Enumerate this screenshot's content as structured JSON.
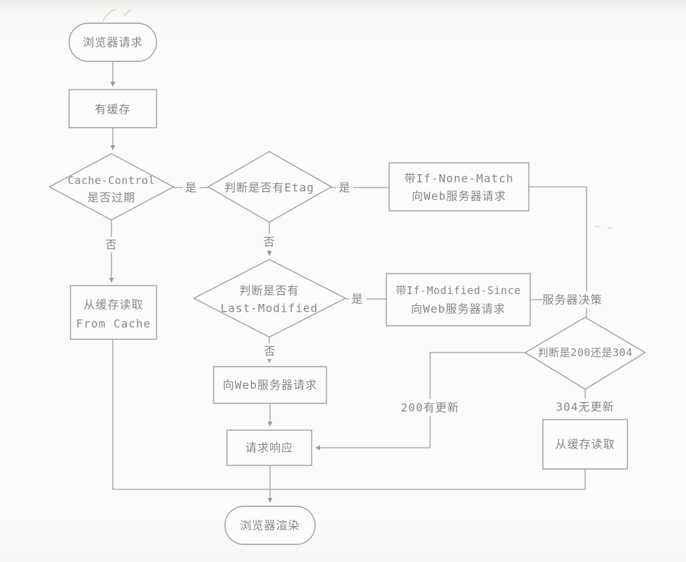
{
  "colors": {
    "line": "#9c9c9c",
    "text": "#868686",
    "node_fill": "#fdfcfb",
    "page_bg": "#fcfbfa"
  },
  "nodes": {
    "start": {
      "type": "terminator",
      "label": "浏览器请求"
    },
    "has_cache": {
      "type": "process",
      "label": "有缓存"
    },
    "cache_control_expired": {
      "type": "decision",
      "line1": "Cache-Control",
      "line2": "是否过期"
    },
    "has_etag": {
      "type": "decision",
      "label": "判断是否有Etag"
    },
    "if_none_match_request": {
      "type": "process",
      "line1": "带If-None-Match",
      "line2": "向Web服务器请求"
    },
    "from_cache_left": {
      "type": "process",
      "line1": "从缓存读取",
      "line2": "From Cache"
    },
    "has_last_modified": {
      "type": "decision",
      "line1": "判断是否有",
      "line2": "Last-Modified"
    },
    "if_modified_since_request": {
      "type": "process",
      "line1": "带If-Modified-Since",
      "line2": "向Web服务器请求"
    },
    "server_decision": {
      "type": "label",
      "label": "服务器决策"
    },
    "status_200_or_304": {
      "type": "decision",
      "label": "判断是200还是304"
    },
    "web_request": {
      "type": "process",
      "label": "向Web服务器请求"
    },
    "response": {
      "type": "process",
      "label": "请求响应"
    },
    "from_cache_right": {
      "type": "process",
      "label": "从缓存读取"
    },
    "end": {
      "type": "terminator",
      "label": "浏览器渲染"
    }
  },
  "edge_labels": {
    "cc_yes": "是",
    "cc_no": "否",
    "etag_yes": "是",
    "etag_no": "否",
    "lm_yes": "是",
    "lm_no": "否",
    "updated": "200有更新",
    "not_modified": "304无更新"
  },
  "edges": [
    {
      "from": "start",
      "to": "has_cache",
      "label": ""
    },
    {
      "from": "has_cache",
      "to": "cache_control_expired",
      "label": ""
    },
    {
      "from": "cache_control_expired",
      "to": "has_etag",
      "label": "是"
    },
    {
      "from": "cache_control_expired",
      "to": "from_cache_left",
      "label": "否"
    },
    {
      "from": "has_etag",
      "to": "if_none_match_request",
      "label": "是"
    },
    {
      "from": "has_etag",
      "to": "has_last_modified",
      "label": "否"
    },
    {
      "from": "if_none_match_request",
      "to": "server_decision",
      "label": ""
    },
    {
      "from": "has_last_modified",
      "to": "if_modified_since_request",
      "label": "是"
    },
    {
      "from": "has_last_modified",
      "to": "web_request",
      "label": "否"
    },
    {
      "from": "if_modified_since_request",
      "to": "server_decision",
      "label": ""
    },
    {
      "from": "server_decision",
      "to": "status_200_or_304",
      "label": ""
    },
    {
      "from": "status_200_or_304",
      "to": "response",
      "label": "200有更新"
    },
    {
      "from": "status_200_or_304",
      "to": "from_cache_right",
      "label": "304无更新"
    },
    {
      "from": "web_request",
      "to": "response",
      "label": ""
    },
    {
      "from": "response",
      "to": "end",
      "label": ""
    },
    {
      "from": "from_cache_left",
      "to": "end",
      "label": ""
    },
    {
      "from": "from_cache_right",
      "to": "end",
      "label": ""
    }
  ]
}
